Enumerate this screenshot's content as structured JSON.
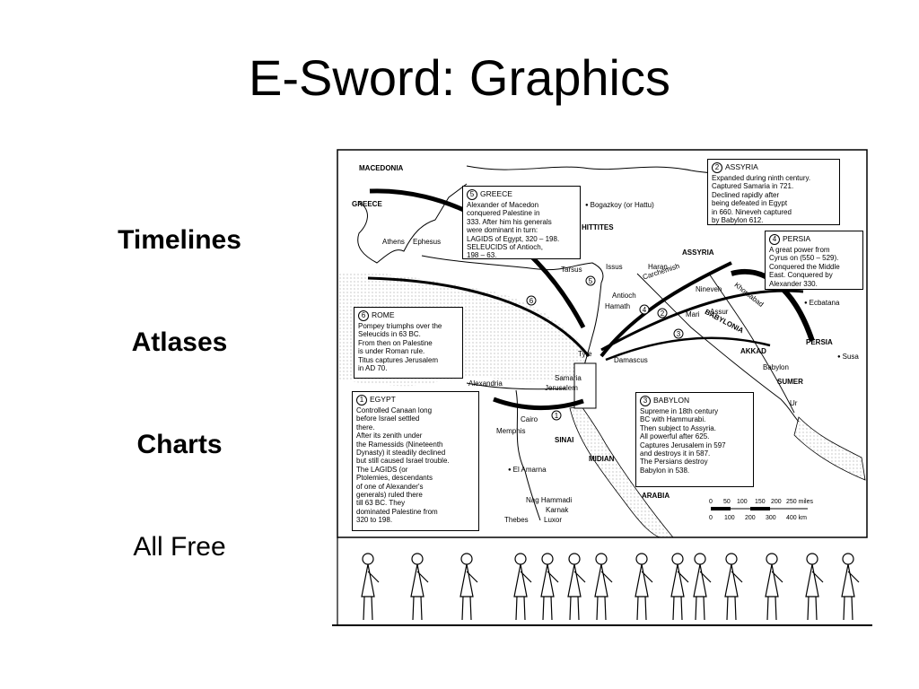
{
  "slide": {
    "title": "E-Sword: Graphics",
    "bullets": [
      "Timelines",
      "Atlases",
      "Charts",
      "All Free"
    ]
  },
  "map": {
    "regions": {
      "macedonia": "MACEDONIA",
      "greece": "GREECE",
      "hittites": "HITTITES",
      "assyria": "ASSYRIA",
      "babylonia": "BABYLONIA",
      "akkad": "AKKAD",
      "sumer": "SUMER",
      "persia": "PERSIA",
      "sinai": "SINAI",
      "midian": "MIDIAN",
      "arabia": "ARABIA"
    },
    "cities": {
      "athens": "Athens",
      "ephesus": "Ephesus",
      "bogazkoy": "Bogazkoy (or Hattu)",
      "tarsus": "Tarsus",
      "issus": "Issus",
      "haran": "Haran",
      "carchemish": "Carchemish",
      "antioch": "Antioch",
      "hamath": "Hamath",
      "nineveh": "Nineveh",
      "khorsabad": "Khorsabad",
      "ecbatana": "Ecbatana",
      "assur": "Assur",
      "mari": "Mari",
      "tyre": "Tyre",
      "damascus": "Damascus",
      "babylon": "Babylon",
      "susa": "Susa",
      "samaria": "Samaria",
      "jerusalem": "Jerusalem",
      "alexandria": "Alexandria",
      "ur": "Ur",
      "cairo": "Cairo",
      "memphis": "Memphis",
      "el_amarna": "El Amarna",
      "nag_hammadi": "Nag Hammadi",
      "karnak": "Karnak",
      "thebes": "Thebes",
      "luxor": "Luxor"
    },
    "route_numbers": [
      "1",
      "2",
      "3",
      "4",
      "5",
      "6"
    ],
    "boxes": {
      "greece": {
        "num": "5",
        "title": "GREECE",
        "text": "Alexander of Macedon\nconquered Palestine in\n333. After him his generals\nwere dominant in turn:\nLAGIDS of Egypt, 320 – 198.\nSELEUCIDS of Antioch,\n198 – 63."
      },
      "assyria": {
        "num": "2",
        "title": "ASSYRIA",
        "text": "Expanded during ninth century.\nCaptured Samaria in 721.\nDeclined rapidly after\nbeing defeated in Egypt\nin 660. Nineveh captured\nby Babylon 612."
      },
      "persia": {
        "num": "4",
        "title": "PERSIA",
        "text": "A great power from\nCyrus on (550 – 529).\nConquered the Middle\nEast. Conquered by\nAlexander 330."
      },
      "rome": {
        "num": "6",
        "title": "ROME",
        "text": "Pompey triumphs over the\nSeleucids in 63 BC.\nFrom then on Palestine\nis under Roman rule.\nTitus captures Jerusalem\nin AD 70."
      },
      "egypt": {
        "num": "1",
        "title": "EGYPT",
        "text": "Controlled Canaan long\nbefore Israel settled\nthere.\nAfter its zenith under\nthe Ramessids (Nineteenth\nDynasty) it steadily declined\nbut still caused Israel trouble.\nThe LAGIDS (or\nPtolemies, descendants\nof one of Alexander's\ngenerals) ruled there\ntill 63 BC. They\ndominated Palestine from\n320 to 198."
      },
      "babylon": {
        "num": "3",
        "title": "BABYLON",
        "text": "Supreme in 18th century\nBC with Hammurabi.\nThen subject to Assyria.\nAll powerful after 625.\nCaptures Jerusalem in 597\nand destroys it in 587.\nThe Persians destroy\nBabylon in 538."
      }
    },
    "scale": {
      "miles_ticks": [
        "0",
        "50",
        "100",
        "150",
        "200",
        "250 miles"
      ],
      "km_ticks": [
        "0",
        "100",
        "200",
        "300",
        "400 km"
      ]
    }
  }
}
